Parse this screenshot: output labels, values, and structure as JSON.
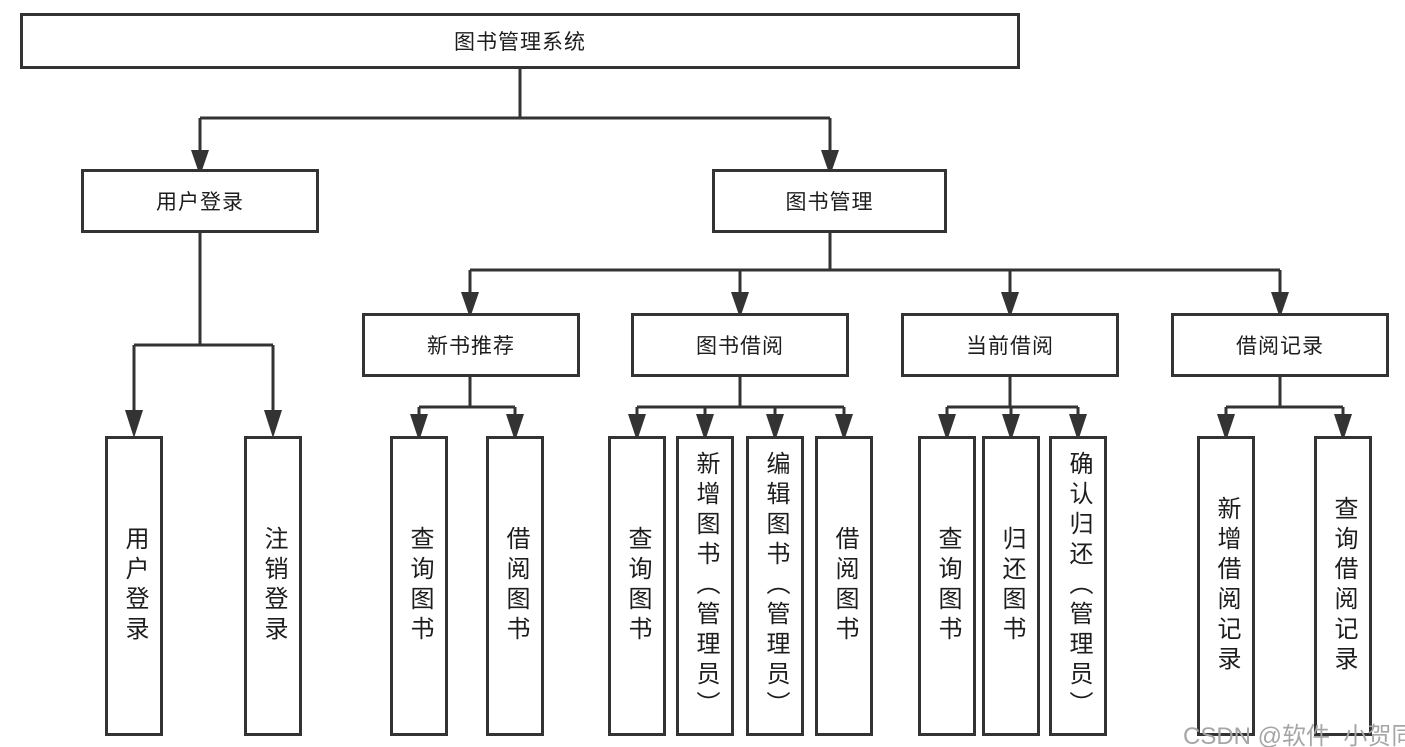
{
  "tree": {
    "root": "图书管理系统",
    "branches": [
      {
        "label": "用户登录",
        "children": [
          "用户登录",
          "注销登录"
        ]
      },
      {
        "label": "图书管理",
        "groups": [
          {
            "label": "新书推荐",
            "children": [
              "查询图书",
              "借阅图书"
            ]
          },
          {
            "label": "图书借阅",
            "children": [
              "查询图书",
              "新增图书（管理员）",
              "编辑图书（管理员）",
              "借阅图书"
            ]
          },
          {
            "label": "当前借阅",
            "children": [
              "查询图书",
              "归还图书",
              "确认归还（管理员）"
            ]
          },
          {
            "label": "借阅记录",
            "children": [
              "新增借阅记录",
              "查询借阅记录"
            ]
          }
        ]
      }
    ]
  },
  "watermark": {
    "text": "CSDN @软件_小贺同学"
  },
  "colors": {
    "line": "#333333",
    "text": "#1d1d1d",
    "watermark": "#a6a6a6",
    "background": "#ffffff"
  }
}
